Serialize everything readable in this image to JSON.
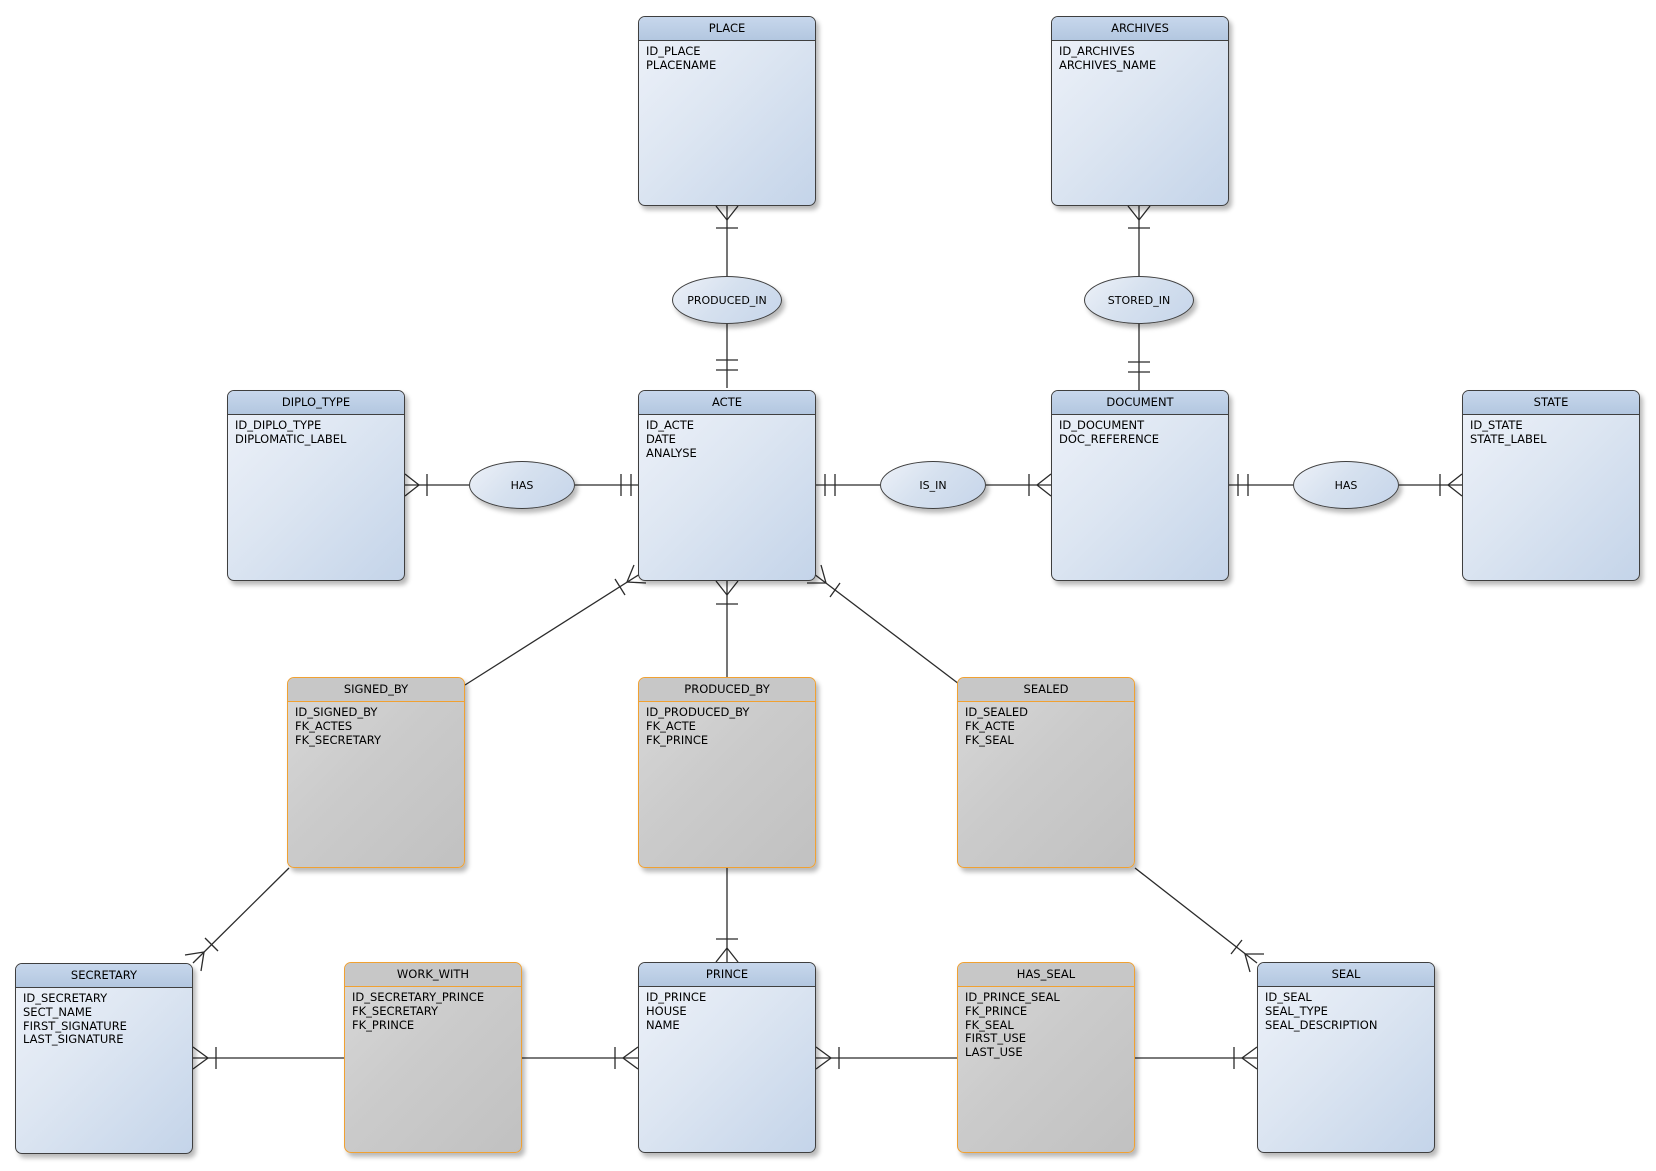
{
  "colors": {
    "background": "#ffffff",
    "entity_border": "#3f3f3f",
    "entity_header": "#bdd0e7",
    "entity_body": "#d9e3f0",
    "association_border": "#f0a132",
    "association_header": "#c7c7c7",
    "association_body": "#cbcbcb",
    "relationship_fill": "#d9e3f0",
    "connector_line": "#2b2b2b"
  },
  "entities": {
    "place": {
      "title": "PLACE",
      "attributes": [
        "ID_PLACE",
        "PLACENAME"
      ]
    },
    "archives": {
      "title": "ARCHIVES",
      "attributes": [
        "ID_ARCHIVES",
        "ARCHIVES_NAME"
      ]
    },
    "diplo_type": {
      "title": "DIPLO_TYPE",
      "attributes": [
        "ID_DIPLO_TYPE",
        "DIPLOMATIC_LABEL"
      ]
    },
    "acte": {
      "title": "ACTE",
      "attributes": [
        "ID_ACTE",
        "DATE",
        "ANALYSE"
      ]
    },
    "document": {
      "title": "DOCUMENT",
      "attributes": [
        "ID_DOCUMENT",
        "DOC_REFERENCE"
      ]
    },
    "state": {
      "title": "STATE",
      "attributes": [
        "ID_STATE",
        "STATE_LABEL"
      ]
    },
    "signed_by": {
      "title": "SIGNED_BY",
      "attributes": [
        "ID_SIGNED_BY",
        "FK_ACTES",
        "FK_SECRETARY"
      ]
    },
    "produced_by": {
      "title": "PRODUCED_BY",
      "attributes": [
        "ID_PRODUCED_BY",
        "FK_ACTE",
        "FK_PRINCE"
      ]
    },
    "sealed": {
      "title": "SEALED",
      "attributes": [
        "ID_SEALED",
        "FK_ACTE",
        "FK_SEAL"
      ]
    },
    "secretary": {
      "title": "SECRETARY",
      "attributes": [
        "ID_SECRETARY",
        "SECT_NAME",
        "FIRST_SIGNATURE",
        "LAST_SIGNATURE"
      ]
    },
    "work_with": {
      "title": "WORK_WITH",
      "attributes": [
        "ID_SECRETARY_PRINCE",
        "FK_SECRETARY",
        "FK_PRINCE"
      ]
    },
    "prince": {
      "title": "PRINCE",
      "attributes": [
        "ID_PRINCE",
        "HOUSE",
        "NAME"
      ]
    },
    "has_seal": {
      "title": "HAS_SEAL",
      "attributes": [
        "ID_PRINCE_SEAL",
        "FK_PRINCE",
        "FK_SEAL",
        "FIRST_USE",
        "LAST_USE"
      ]
    },
    "seal": {
      "title": "SEAL",
      "attributes": [
        "ID_SEAL",
        "SEAL_TYPE",
        "SEAL_DESCRIPTION"
      ]
    }
  },
  "relationships": {
    "produced_in": {
      "label": "PRODUCED_IN"
    },
    "stored_in": {
      "label": "STORED_IN"
    },
    "has_diplo": {
      "label": "HAS"
    },
    "is_in": {
      "label": "IS_IN"
    },
    "has_state": {
      "label": "HAS"
    }
  }
}
